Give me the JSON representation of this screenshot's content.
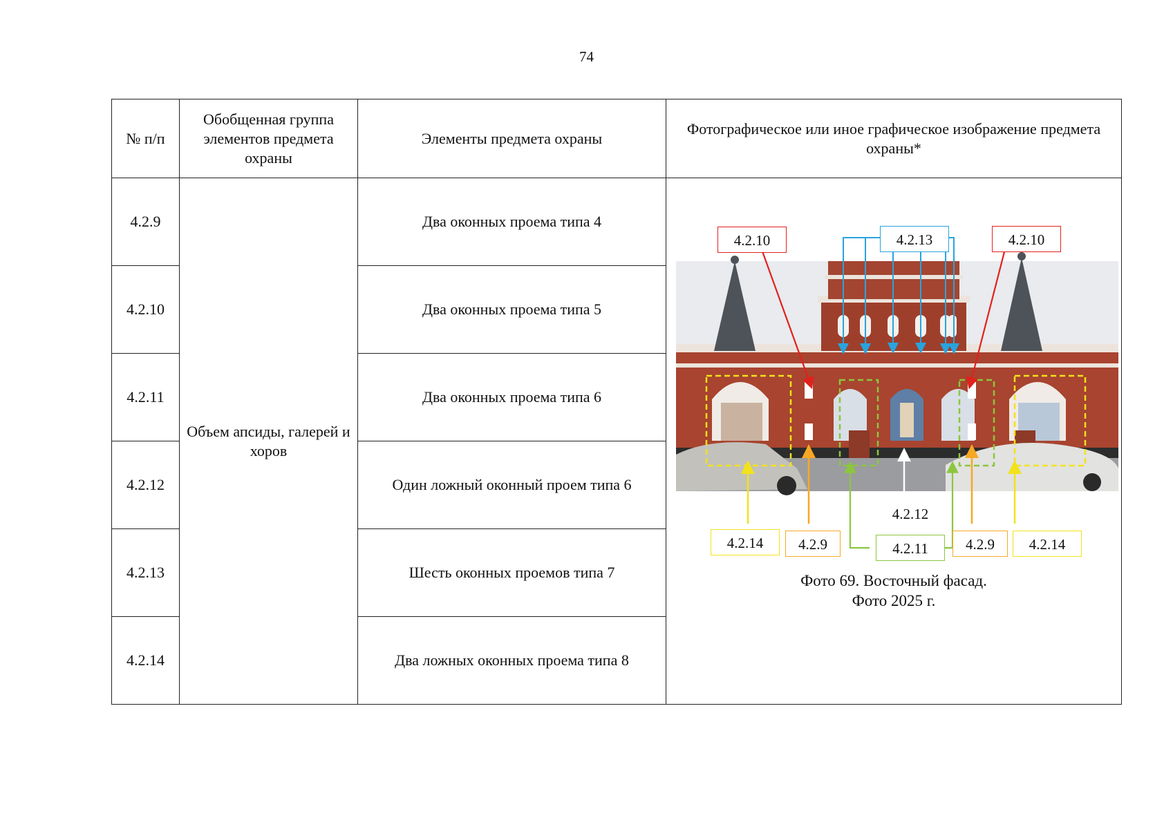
{
  "page_number": "74",
  "table": {
    "headers": {
      "num": "№ п/п",
      "group": "Обобщенная группа элементов предмета охраны",
      "elements": "Элементы предмета охраны",
      "image": "Фотографическое или иное графическое изображение предмета охраны*"
    },
    "group_name": "Объем апсиды, галерей и хоров",
    "rows": [
      {
        "num": "4.2.9",
        "element": "Два оконных проема типа 4"
      },
      {
        "num": "4.2.10",
        "element": "Два оконных проема типа 5"
      },
      {
        "num": "4.2.11",
        "element": "Два оконных проема типа 6"
      },
      {
        "num": "4.2.12",
        "element": "Один ложный оконный проем типа 6"
      },
      {
        "num": "4.2.13",
        "element": "Шесть оконных проемов типа 7"
      },
      {
        "num": "4.2.14",
        "element": "Два ложных оконных проема типа 8"
      }
    ]
  },
  "photo": {
    "labels": {
      "top_left": "4.2.10",
      "top_center": "4.2.13",
      "top_right": "4.2.10",
      "bottom_1": "4.2.14",
      "bottom_2": "4.2.9",
      "center_white": "4.2.12",
      "bottom_3": "4.2.11",
      "bottom_4": "4.2.9",
      "bottom_5": "4.2.14"
    },
    "caption_line1": "Фото 69. Восточный фасад.",
    "caption_line2": "Фото 2025 г.",
    "colors": {
      "red": "#e0211d",
      "blue": "#29a3dd",
      "white": "#ffffff",
      "green": "#8cc63e",
      "orange": "#f7a823",
      "yellow": "#f2e21b",
      "brick": "#a8442f"
    }
  }
}
